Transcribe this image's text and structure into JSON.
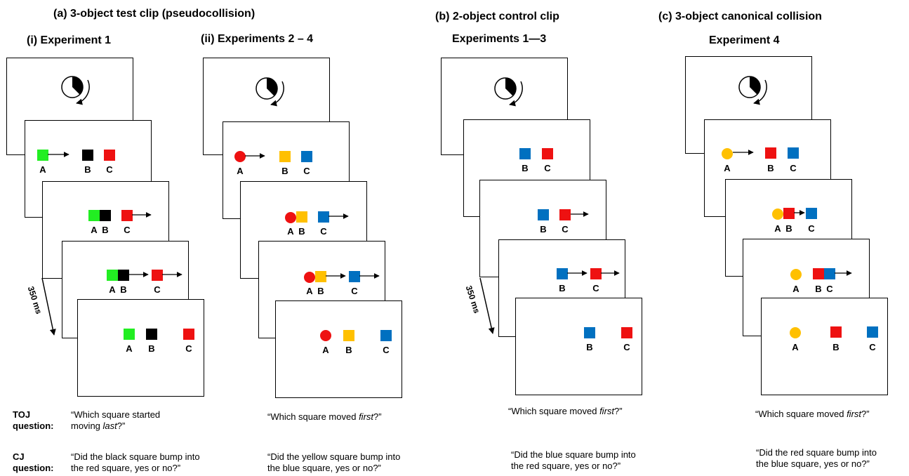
{
  "headings": {
    "a": "(a) 3-object test clip (pseudocollision)",
    "b": "(b) 2-object control clip",
    "c": "(c) 3-object canonical collision"
  },
  "subheadings": {
    "a_i": "(i) Experiment 1",
    "a_ii": "(ii) Experiments 2 – 4",
    "b": "Experiments 1—3",
    "c": "Experiment 4"
  },
  "duration_label": "350 ms",
  "letters": {
    "a": "A",
    "b": "B",
    "c": "C"
  },
  "colors": {
    "green": "#22ee22",
    "black": "#000000",
    "red": "#ee1111",
    "yellow": "#ffc000",
    "blue": "#0070c0"
  },
  "icons": {
    "frame_clock": "clock-icon",
    "motion": "arrow-icon"
  },
  "questions": {
    "toj_label_1": "TOJ",
    "toj_label_2": "question:",
    "cj_label_1": "CJ",
    "cj_label_2": "question:",
    "toj_a_i_line1": "“Which square started",
    "toj_a_i_line2_pre": "moving ",
    "toj_a_i_line2_em": "last",
    "toj_a_i_line2_post": "?”",
    "toj_first_pre": "“Which square moved ",
    "toj_first_em": "first",
    "toj_first_post": "?”",
    "cj_a_i_line1": "“Did the black square bump into",
    "cj_a_i_line2": "the red square, yes or no?”",
    "cj_a_ii_line1": "“Did the yellow square bump into",
    "cj_a_ii_line2": "the blue square, yes or no?”",
    "cj_b_line1": "“Did the blue square bump into",
    "cj_b_line2": "the red square, yes or no?”",
    "cj_c_line1": "“Did the red square bump into",
    "cj_c_line2": "the blue square, yes or no?”"
  }
}
